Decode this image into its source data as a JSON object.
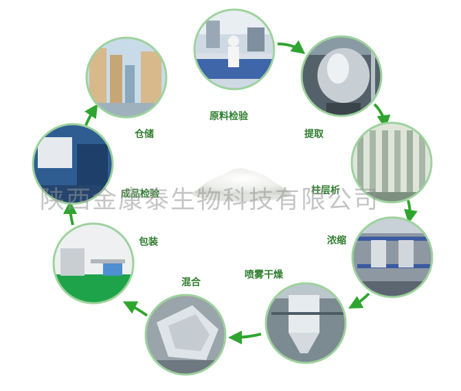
{
  "steps": [
    {
      "id": "raw-material-inspection",
      "label": "原料检验",
      "photo": "laboratory with lab bench and worker",
      "icon": "lab-photo"
    },
    {
      "id": "extraction",
      "label": "提取",
      "photo": "stainless steel extraction tank",
      "icon": "extraction-tank-photo"
    },
    {
      "id": "column-chromatography",
      "label": "柱层析",
      "photo": "row of chromatography columns",
      "icon": "chromatography-columns-photo"
    },
    {
      "id": "concentration",
      "label": "浓缩",
      "photo": "concentration equipment on steel frame",
      "icon": "concentrator-photo"
    },
    {
      "id": "spray-drying",
      "label": "喷雾干燥",
      "photo": "spray dryer tower",
      "icon": "spray-dryer-photo"
    },
    {
      "id": "mixing",
      "label": "混合",
      "photo": "stainless steel mixer",
      "icon": "mixer-photo"
    },
    {
      "id": "packaging",
      "label": "包装",
      "photo": "clean room with green floor",
      "icon": "packaging-room-photo"
    },
    {
      "id": "finished-product-inspection",
      "label": "成品检验",
      "photo": "blue instrument bench",
      "icon": "instrument-photo"
    },
    {
      "id": "warehousing",
      "label": "仓储",
      "photo": "warehouse shelves with drums",
      "icon": "warehouse-photo"
    }
  ],
  "watermark": "陕西金康泰生物科技有限公司",
  "center_image": "white powder pile",
  "colors": {
    "label_green": "#2e7d2e",
    "arrow_green": "#2fa52f",
    "photo_border": "#9dd29d",
    "watermark": "#999999"
  }
}
